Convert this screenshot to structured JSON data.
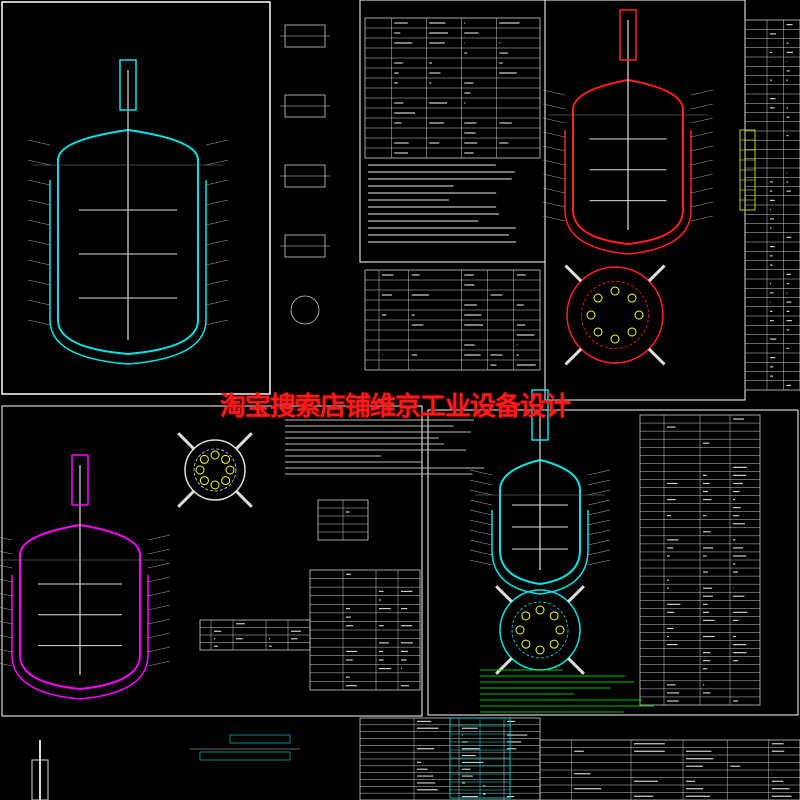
{
  "watermark": {
    "text": "淘宝搜索店铺维京工业设备设计",
    "color": "#ff1a1a"
  },
  "colors": {
    "background": "#000000",
    "frame": "#ffffff",
    "vessel_cyan": "#00e5e5",
    "vessel_red": "#ff2020",
    "vessel_magenta": "#ff00ff",
    "accent_yellow": "#ffff00",
    "accent_green": "#00ff00"
  },
  "panels": [
    {
      "name": "reactor-assembly-top-left",
      "vessel_color": "#00e5e5"
    },
    {
      "name": "technical-table-top-center"
    },
    {
      "name": "reactor-assembly-top-right",
      "vessel_color": "#ff2020"
    },
    {
      "name": "reactor-assembly-mid-left",
      "vessel_color": "#ff00ff"
    },
    {
      "name": "reactor-assembly-mid-right",
      "vessel_color": "#00e5e5"
    },
    {
      "name": "reactor-detail-bottom-left"
    }
  ]
}
